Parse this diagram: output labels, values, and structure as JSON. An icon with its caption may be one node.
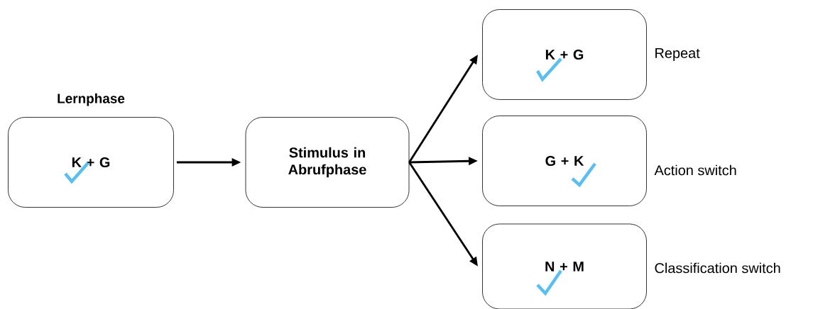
{
  "diagram": {
    "nodes": [
      {
        "text": [
          "Lernphase",
          "K + G"
        ]
      },
      {
        "text": [
          "Stimulus in Abrufphase"
        ]
      },
      {
        "text": [
          "K + G"
        ],
        "beside": [
          "Repeat"
        ]
      },
      {
        "text": [
          "G + K"
        ],
        "beside": [
          "Action switch"
        ]
      },
      {
        "text": [
          "N + M"
        ],
        "beside": [
          "Classification switch"
        ]
      }
    ],
    "edges": [
      {
        "from": 0,
        "to": 1,
        "arrow": "to"
      },
      {
        "from": 1,
        "to": 2,
        "arrow": "to"
      },
      {
        "from": 1,
        "to": 3,
        "arrow": "to"
      },
      {
        "from": 1,
        "to": 4,
        "arrow": "to"
      }
    ]
  }
}
